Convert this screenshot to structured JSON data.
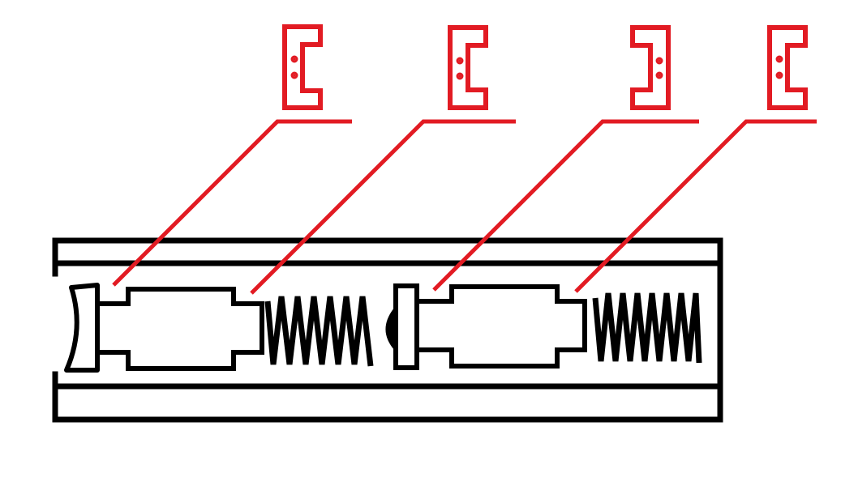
{
  "diagram": {
    "components": [
      {
        "id": "end-cap",
        "label": ""
      },
      {
        "id": "piston-1",
        "label": ""
      },
      {
        "id": "spring-1",
        "label": ""
      },
      {
        "id": "piston-2",
        "label": ""
      },
      {
        "id": "spring-2",
        "label": ""
      }
    ],
    "callouts": [
      {
        "target": "piston-1-left-end",
        "label": ""
      },
      {
        "target": "piston-1-right-end",
        "label": ""
      },
      {
        "target": "piston-2-left-end",
        "label": ""
      },
      {
        "target": "piston-2-right-end",
        "label": ""
      }
    ]
  },
  "colors": {
    "outline": "#000000",
    "callout": "#e21b23",
    "background": "#ffffff"
  }
}
